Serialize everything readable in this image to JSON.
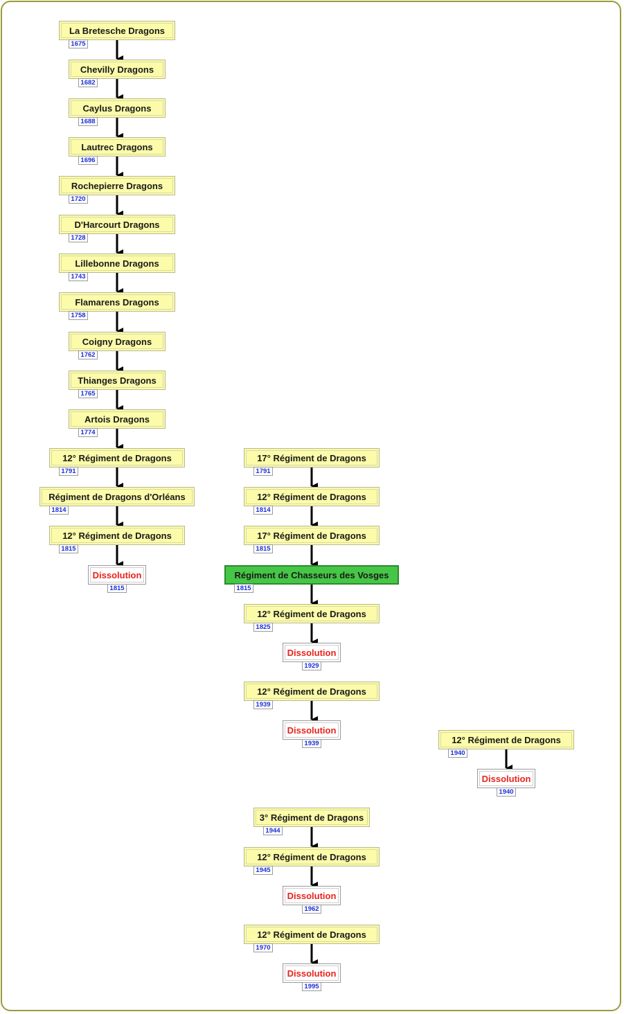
{
  "lineages": [
    {
      "nodes": [
        {
          "label": "La Bretesche Dragons",
          "year": "1675",
          "kind": "regiment"
        },
        {
          "label": "Chevilly Dragons",
          "year": "1682",
          "kind": "regiment"
        },
        {
          "label": "Caylus Dragons",
          "year": "1688",
          "kind": "regiment"
        },
        {
          "label": "Lautrec Dragons",
          "year": "1696",
          "kind": "regiment"
        },
        {
          "label": "Rochepierre Dragons",
          "year": "1720",
          "kind": "regiment"
        },
        {
          "label": "D'Harcourt Dragons",
          "year": "1728",
          "kind": "regiment"
        },
        {
          "label": "Lillebonne Dragons",
          "year": "1743",
          "kind": "regiment"
        },
        {
          "label": "Flamarens Dragons",
          "year": "1758",
          "kind": "regiment"
        },
        {
          "label": "Coigny Dragons",
          "year": "1762",
          "kind": "regiment"
        },
        {
          "label": "Thianges Dragons",
          "year": "1765",
          "kind": "regiment"
        },
        {
          "label": "Artois Dragons",
          "year": "1774",
          "kind": "regiment"
        },
        {
          "label": "12° Régiment de Dragons",
          "year": "1791",
          "kind": "regiment"
        },
        {
          "label": "Régiment de Dragons d'Orléans",
          "year": "1814",
          "kind": "regiment"
        },
        {
          "label": "12° Régiment de Dragons",
          "year": "1815",
          "kind": "regiment"
        },
        {
          "label": "Dissolution",
          "year": "1815",
          "kind": "dissolution"
        }
      ]
    },
    {
      "nodes": [
        {
          "label": "17° Régiment de Dragons",
          "year": "1791",
          "kind": "regiment"
        },
        {
          "label": "12° Régiment de Dragons",
          "year": "1814",
          "kind": "regiment"
        },
        {
          "label": "17° Régiment de Dragons",
          "year": "1815",
          "kind": "regiment"
        },
        {
          "label": "Régiment de Chasseurs des Vosges",
          "year": "1815",
          "kind": "highlight"
        },
        {
          "label": "12° Régiment de Dragons",
          "year": "1825",
          "kind": "regiment"
        },
        {
          "label": "Dissolution",
          "year": "1929",
          "kind": "dissolution"
        }
      ]
    },
    {
      "nodes": [
        {
          "label": "12° Régiment de Dragons",
          "year": "1939",
          "kind": "regiment"
        },
        {
          "label": "Dissolution",
          "year": "1939",
          "kind": "dissolution"
        }
      ]
    },
    {
      "nodes": [
        {
          "label": "12° Régiment de Dragons",
          "year": "1940",
          "kind": "regiment"
        },
        {
          "label": "Dissolution",
          "year": "1940",
          "kind": "dissolution"
        }
      ]
    },
    {
      "nodes": [
        {
          "label": "3° Régiment de Dragons",
          "year": "1944",
          "kind": "regiment"
        },
        {
          "label": "12° Régiment de Dragons",
          "year": "1945",
          "kind": "regiment"
        },
        {
          "label": "Dissolution",
          "year": "1962",
          "kind": "dissolution"
        }
      ]
    },
    {
      "nodes": [
        {
          "label": "12° Régiment de Dragons",
          "year": "1970",
          "kind": "regiment"
        },
        {
          "label": "Dissolution",
          "year": "1995",
          "kind": "dissolution"
        }
      ]
    }
  ],
  "colors": {
    "regiment_fill": "#fbfbaa",
    "highlight_fill": "#46c646",
    "dissolution_text": "#e8231c",
    "year_text": "#1c2fd6",
    "arrow": "#000000",
    "frame": "#9a9a3c"
  }
}
